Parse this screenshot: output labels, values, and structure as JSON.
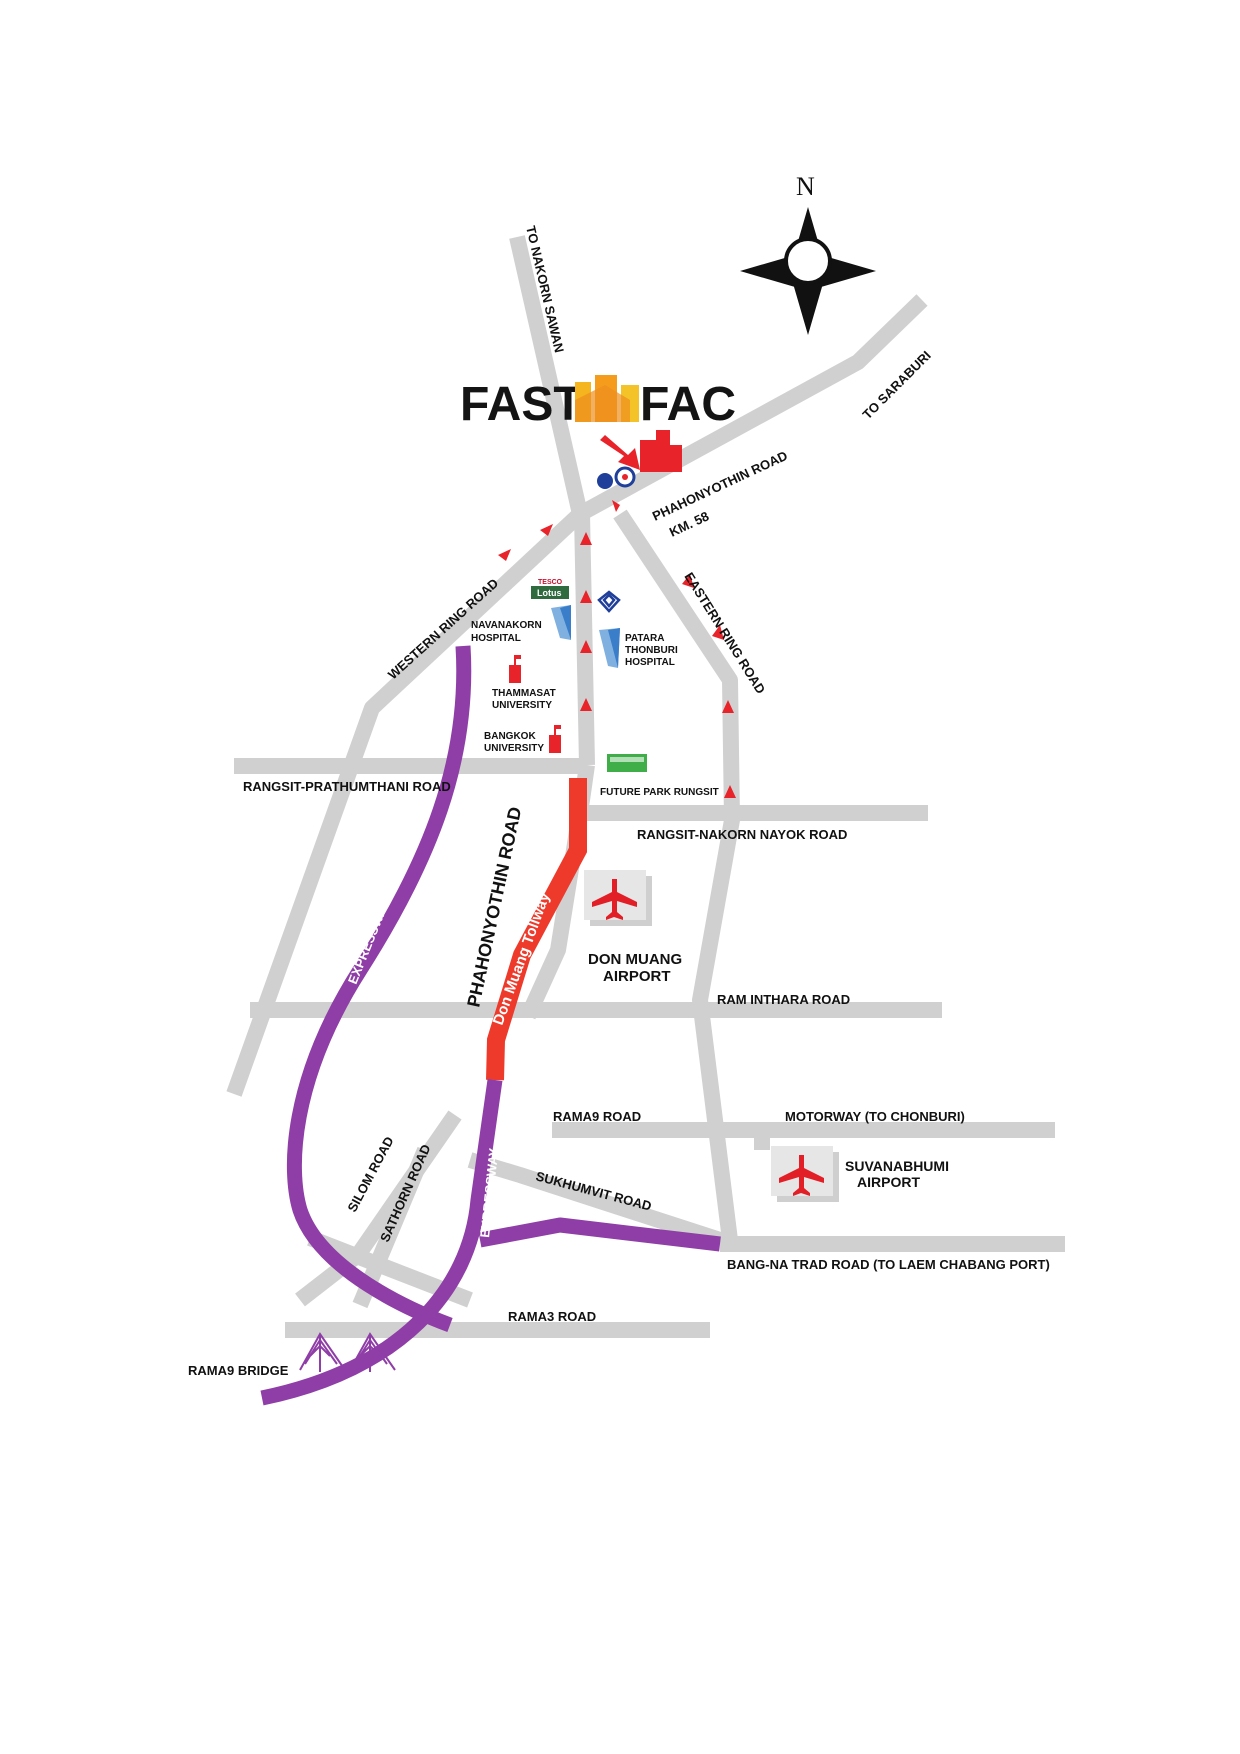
{
  "compass": {
    "north_label": "N"
  },
  "logo": {
    "left": "FAST",
    "right": "FAC"
  },
  "roads": {
    "nakorn_sawan": "TO NAKORN SAWAN",
    "saraburi": "TO SARABURI",
    "phahon_km": "PHAHONYOTHIN ROAD",
    "km": "KM. 58",
    "western_ring": "WESTERN RING ROAD",
    "eastern_ring": "EASTERN RING ROAD",
    "rangsit_prathumthani": "RANGSIT-PRATHUMTHANI ROAD",
    "rangsit_nakorn_nayok": "RANGSIT-NAKORN NAYOK ROAD",
    "phahonyothin": "PHAHONYOTHIN ROAD",
    "tollway": "Don Muang Tollway",
    "expressway_upper": "EXPRESSWAY",
    "expressway_lower": "EXPRESSWAY",
    "ram_inthara": "RAM INTHARA ROAD",
    "rama9_road": "RAMA9 ROAD",
    "motorway": "MOTORWAY (TO CHONBURI)",
    "silom": "SILOM ROAD",
    "sathorn": "SATHORN ROAD",
    "sukhumvit": "SUKHUMVIT ROAD",
    "bangna": "BANG-NA TRAD ROAD (TO LAEM CHABANG PORT)",
    "rama3": "RAMA3 ROAD",
    "rama9_bridge": "RAMA9 BRIDGE"
  },
  "landmarks": {
    "tesco": "TESCO",
    "lotus": "Lotus",
    "navanakorn_1": "NAVANAKORN",
    "navanakorn_2": "HOSPITAL",
    "patara_1": "PATARA",
    "patara_2": "THONBURI",
    "patara_3": "HOSPITAL",
    "thammasat_1": "THAMMASAT",
    "thammasat_2": "UNIVERSITY",
    "bangkok_1": "BANGKOK",
    "bangkok_2": "UNIVERSITY",
    "future_park": "FUTURE PARK RUNGSIT",
    "don_muang_1": "DON MUANG",
    "don_muang_2": "AIRPORT",
    "suvarnabhumi_1": "SUVANABHUMI",
    "suvarnabhumi_2": "AIRPORT"
  },
  "colors": {
    "road": "#d0d0d0",
    "expressway": "#8e3ea6",
    "tollway": "#ee3a2b",
    "arrow": "#e8232a",
    "airport_box": "#cfcfcf"
  }
}
